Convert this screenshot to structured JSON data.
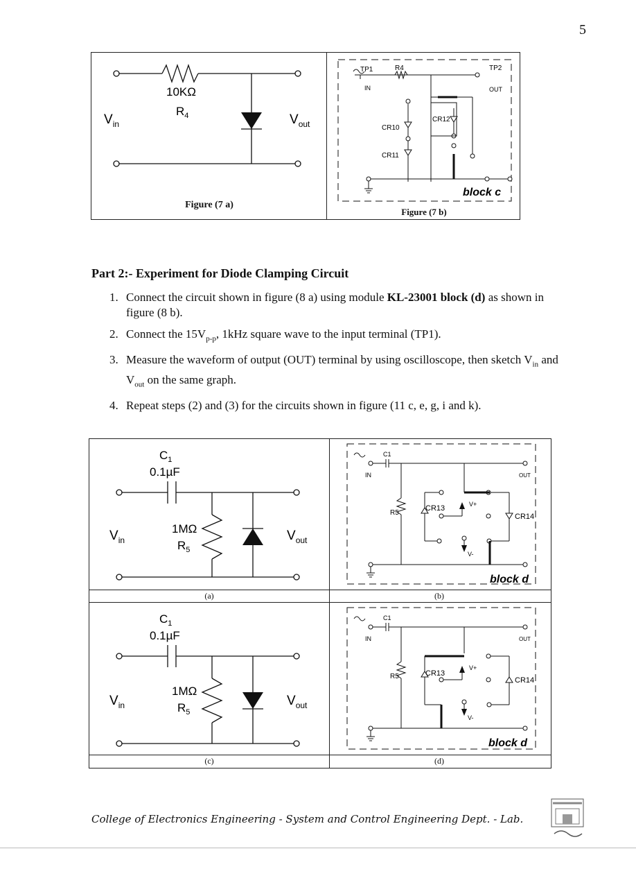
{
  "page_number": "5",
  "fig7": {
    "a": {
      "resistor_value": "10KΩ",
      "resistor_name": "R",
      "resistor_sub": "4",
      "vin": "V",
      "vin_sub": "in",
      "vout": "V",
      "vout_sub": "out",
      "caption": "Figure (7 a)"
    },
    "b": {
      "tp1": "TP1",
      "r4": "R4",
      "tp2": "TP2",
      "in": "IN",
      "out": "OUT",
      "cr10": "CR10",
      "cr11": "CR11",
      "cr12": "CR12",
      "block": "block c",
      "caption": "Figure (7 b)"
    }
  },
  "part2": {
    "title": "Part 2:- Experiment for Diode Clamping Circuit",
    "steps": [
      {
        "num": "1.",
        "pre": "Connect the circuit shown in figure (8 a) using module ",
        "bold": "KL-23001 block (d)",
        "post": " as shown in figure (8 b)."
      },
      {
        "num": "2.",
        "pre": "Connect the 15V",
        "sub": "p-p",
        "post": ", 1kHz square wave to the input terminal (TP1)."
      },
      {
        "num": "3.",
        "pre": "Measure the waveform of output (OUT) terminal by using oscilloscope, then sketch V",
        "sub1": "in",
        "mid": " and V",
        "sub2": "out",
        "post": " on the same graph."
      },
      {
        "num": "4.",
        "text": "Repeat steps (2) and (3) for the circuits shown in figure (11 c, e, g, i and k)."
      }
    ]
  },
  "fig8": {
    "cap_name": "C",
    "cap_sub": "1",
    "cap_value": "0.1µF",
    "res_value": "1MΩ",
    "res_name": "R",
    "res_sub": "5",
    "vin": "V",
    "vin_sub": "in",
    "vout": "V",
    "vout_sub": "out",
    "c1": "C1",
    "in": "IN",
    "out": "OUT",
    "r5": "R5",
    "cr13": "CR13",
    "cr14": "CR14",
    "vplus": "V+",
    "vminus": "V-",
    "block": "block d",
    "captions": [
      "(a)",
      "(b)",
      "(c)",
      "(d)"
    ]
  },
  "footer": {
    "text": "College of Electronics Engineering - System and Control Engineering Dept. - Lab."
  }
}
